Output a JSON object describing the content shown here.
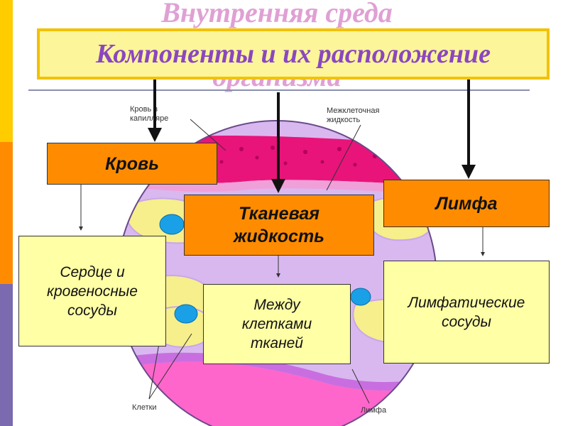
{
  "background_title": {
    "line1": "Внутренняя среда",
    "line2": "организма"
  },
  "banner": {
    "text": "Компоненты и их расположение"
  },
  "categories": {
    "blood": "Кровь",
    "tissue_fluid": "Тканевая жидкость",
    "lymph": "Лимфа"
  },
  "locations": {
    "blood": "Сердце и\nкровеносные\nсосуды",
    "tissue_fluid": "Между\nклетками\nтканей",
    "lymph": "Лимфатические\nсосуды"
  },
  "diagram_labels": {
    "blood_in_capillary": "Кровь в\nкапилляре",
    "intercellular_fluid": "Межклеточная\nжидкость",
    "cells": "Клетки",
    "lymph": "Лимфа"
  },
  "colors": {
    "banner_bg": "#fdf59a",
    "banner_border": "#f2c200",
    "banner_text": "#8a47c0",
    "category_bg": "#ff8c00",
    "location_bg": "#ffffa6",
    "capillary": "#e8147a",
    "cell_fill": "#f6ef8c",
    "nucleus": "#1aa0e6",
    "fluid": "#d9b8f0"
  }
}
